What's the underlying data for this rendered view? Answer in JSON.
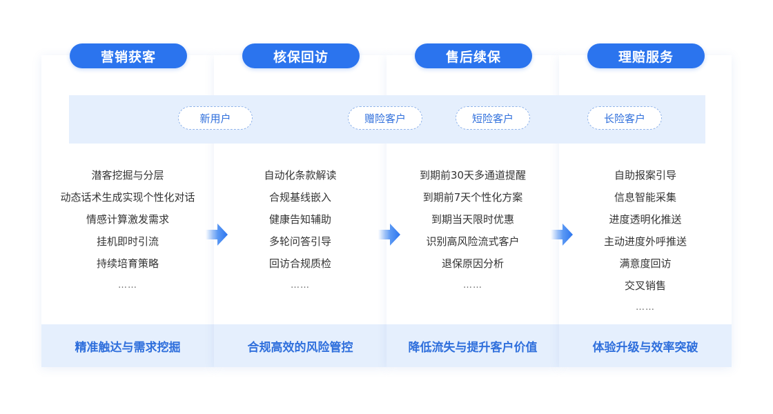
{
  "columns": [
    {
      "title": "营销获客",
      "items": [
        "潜客挖掘与分层",
        "动态话术生成实现个性化对话",
        "情感计算激发需求",
        "挂机即时引流",
        "持续培育策略",
        "……"
      ],
      "footer": "精准触达与需求挖掘"
    },
    {
      "title": "核保回访",
      "items": [
        "自动化条款解读",
        "合规基线嵌入",
        "健康告知辅助",
        "多轮问答引导",
        "回访合规质检",
        "……"
      ],
      "footer": "合规高效的风险管控"
    },
    {
      "title": "售后续保",
      "items": [
        "到期前30天多通道提醒",
        "到期前7天个性化方案",
        "到期当天限时优惠",
        "识别高风险流式客户",
        "退保原因分析",
        "……"
      ],
      "footer": "降低流失与提升客户价值"
    },
    {
      "title": "理赔服务",
      "items": [
        "自助报案引导",
        "信息智能采集",
        "进度透明化推送",
        "主动进度外呼推送",
        "满意度回访",
        "交叉销售",
        "……"
      ],
      "footer": "体验升级与效率突破"
    }
  ],
  "customer_tags": [
    "新用户",
    "赠险客户",
    "短险客户",
    "长险客户"
  ],
  "colors": {
    "accent": "#2b74ee",
    "band": "#e5effd",
    "footer_text": "#2f6fdc",
    "arrow": "#3d86f2"
  },
  "icons": {
    "arrow": "chevron-right-arrow-icon"
  }
}
